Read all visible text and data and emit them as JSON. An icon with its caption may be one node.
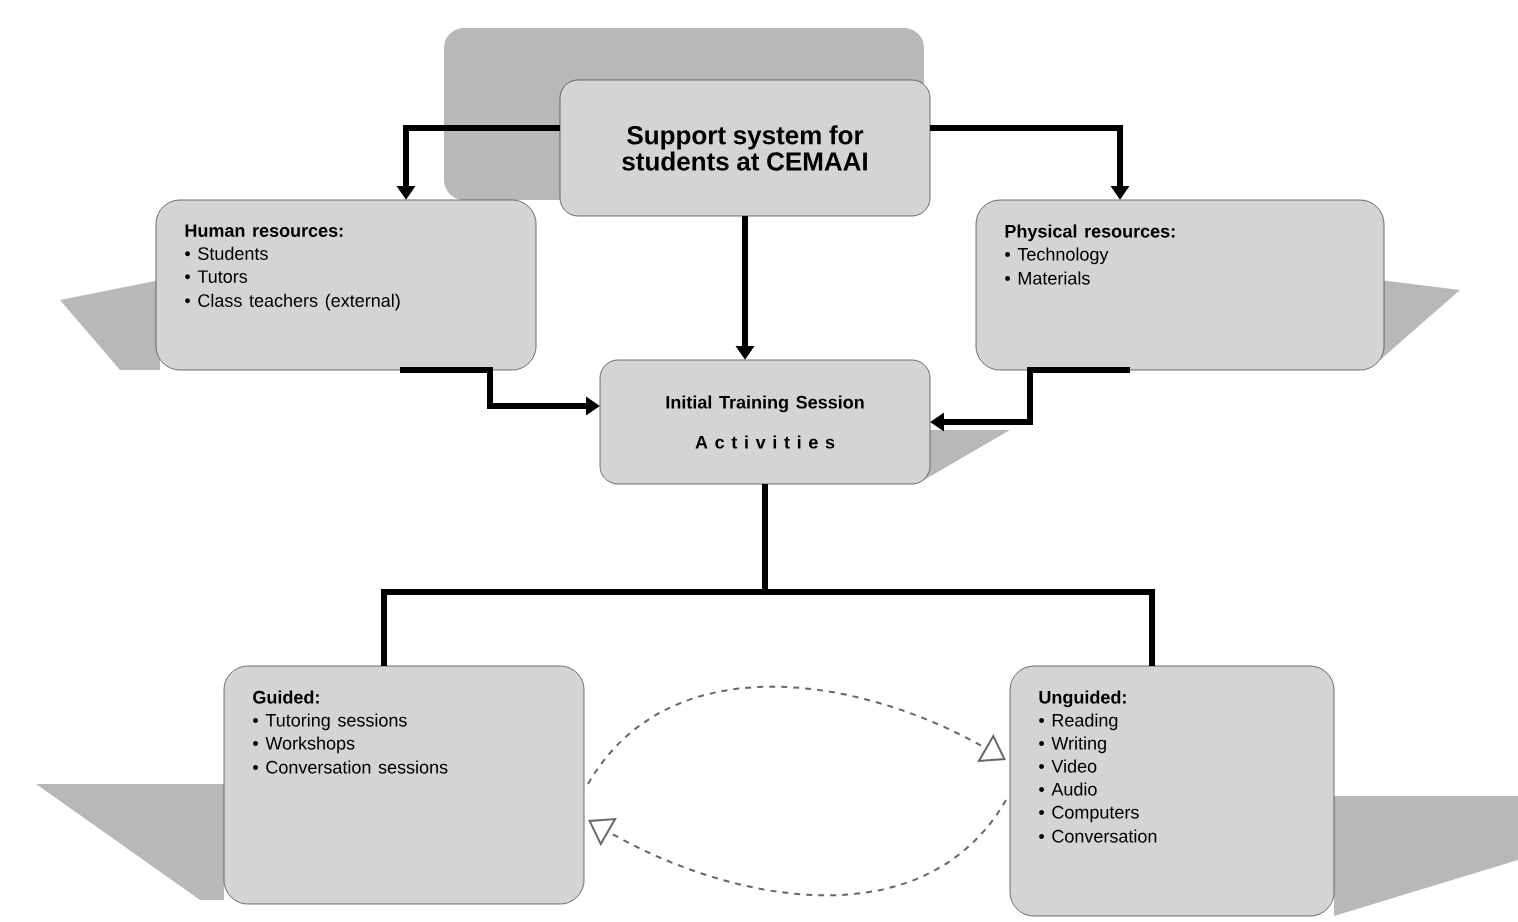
{
  "diagram": {
    "nodes": [
      {
        "text": [
          "Support system for students at CEMAAI"
        ]
      },
      {
        "text": [
          "Human resources:",
          "• Students",
          "• Tutors",
          "• Class teachers (external)"
        ]
      },
      {
        "text": [
          "Physical resources:",
          "• Technology",
          "• Materials"
        ]
      },
      {
        "text": [
          "Initial Training Session",
          "A c t i v i t i e s"
        ]
      },
      {
        "text": [
          "Guided:",
          "• Tutoring sessions",
          "• Workshops",
          "• Conversation sessions"
        ]
      },
      {
        "text": [
          "Unguided:",
          "• Reading",
          "• Writing",
          "• Video",
          "• Audio",
          "• Computers",
          "• Conversation"
        ]
      }
    ],
    "edges": [
      {
        "from": 0,
        "to": 1,
        "arrow": "to"
      },
      {
        "from": 0,
        "to": 2,
        "arrow": "to"
      },
      {
        "from": 0,
        "to": 3,
        "arrow": "to"
      },
      {
        "from": 1,
        "to": 3,
        "arrow": "to"
      },
      {
        "from": 2,
        "to": 3,
        "arrow": "to"
      },
      {
        "from": 3,
        "to": 4,
        "arrow": "none"
      },
      {
        "from": 3,
        "to": 5,
        "arrow": "none"
      },
      {
        "from": 4,
        "to": 5,
        "arrow": "to",
        "style": "dashed",
        "color": "#666666"
      },
      {
        "from": 5,
        "to": 4,
        "arrow": "to",
        "style": "dashed",
        "color": "#666666"
      }
    ]
  }
}
